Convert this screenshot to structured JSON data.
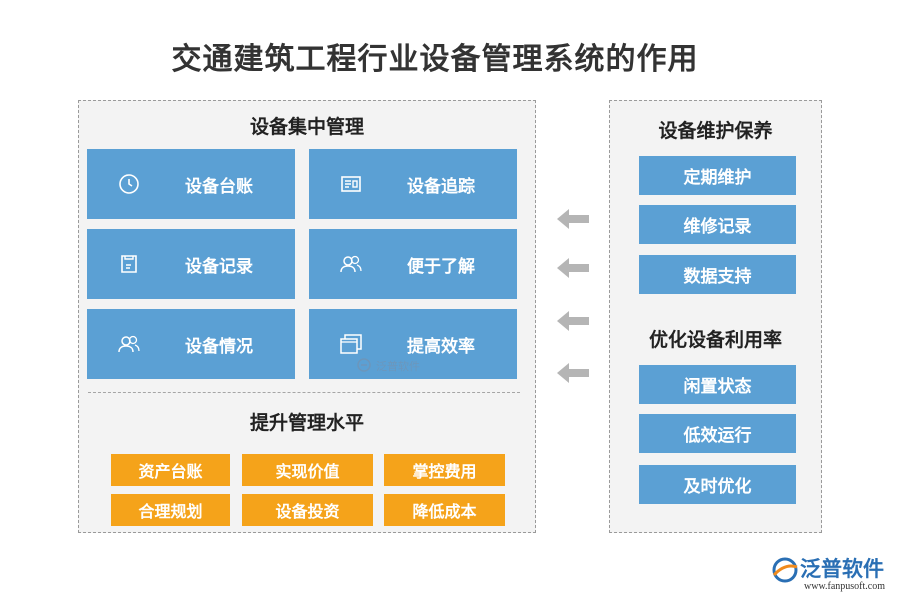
{
  "title": "交通建筑工程行业设备管理系统的作用",
  "left": {
    "heading": "设备集中管理",
    "tiles": [
      {
        "label": "设备台账",
        "icon": "clock-icon"
      },
      {
        "label": "设备追踪",
        "icon": "tracking-card-icon"
      },
      {
        "label": "设备记录",
        "icon": "document-icon"
      },
      {
        "label": "便于了解",
        "icon": "users-icon"
      },
      {
        "label": "设备情况",
        "icon": "users-icon"
      },
      {
        "label": "提高效率",
        "icon": "windows-icon"
      }
    ],
    "sub_heading": "提升管理水平",
    "chips": [
      "资产台账",
      "实现价值",
      "掌控费用",
      "合理规划",
      "设备投资",
      "降低成本"
    ]
  },
  "right": {
    "group1_heading": "设备维护保养",
    "group1_items": [
      "定期维护",
      "维修记录",
      "数据支持"
    ],
    "group2_heading": "优化设备利用率",
    "group2_items": [
      "闲置状态",
      "低效运行",
      "及时优化"
    ]
  },
  "watermark": "泛普软件",
  "logo": {
    "brand": "泛普软件",
    "url": "www.fanpusoft.com"
  },
  "colors": {
    "tile_blue": "#5ba0d4",
    "chip_orange": "#f5a31a",
    "arrow_gray": "#b5b5b5",
    "logo_blue": "#2a6fb4",
    "logo_orange": "#f08a1c"
  }
}
